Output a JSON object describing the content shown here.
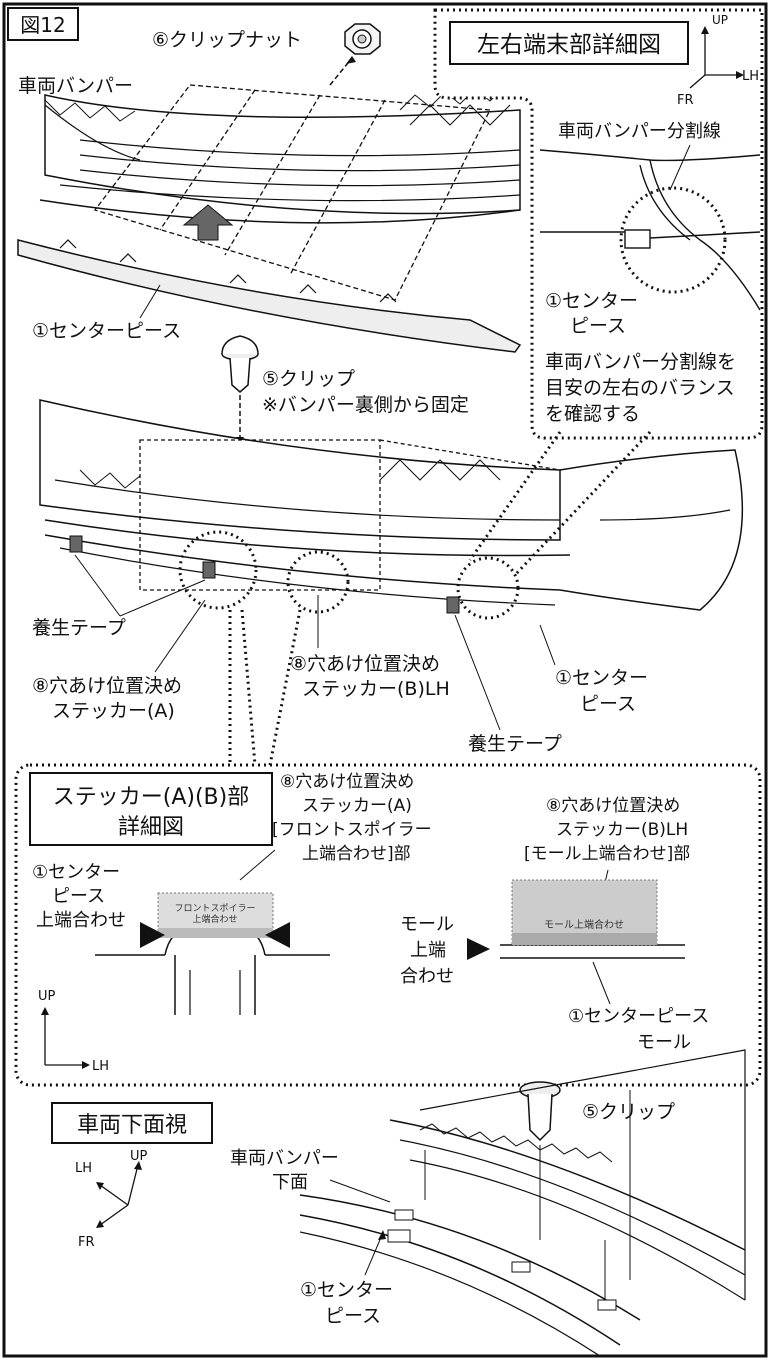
{
  "figure_label": "図12",
  "sections": {
    "lr_detail_title": "左右端末部詳細図",
    "sticker_detail_title_1": "ステッカー(A)(B)部",
    "sticker_detail_title_2": "詳細図",
    "underside_title": "車両下面視"
  },
  "directions": {
    "up": "UP",
    "lh": "LH",
    "fr": "FR"
  },
  "labels": {
    "clip_nut": "⑥クリップナット",
    "vehicle_bumper": "車両バンパー",
    "bumper_split_line": "車両バンパー分割線",
    "center_piece_top": "①センターピース",
    "lr_center_piece_1": "①センター",
    "lr_center_piece_2": "ピース",
    "lr_note_1": "車両バンパー分割線を",
    "lr_note_2": "目安の左右のバランス",
    "lr_note_3": "を確認する",
    "clip": "⑤クリップ",
    "clip_note": "※バンパー裏側から固定",
    "protect_tape": "養生テープ",
    "sticker_a_1": "⑧穴あけ位置決め",
    "sticker_a_2": "ステッカー(A)",
    "sticker_b_1": "⑧穴あけ位置決め",
    "sticker_b_2": "ステッカー(B)LH",
    "center_piece_right_1": "①センター",
    "center_piece_right_2": "ピース",
    "protect_tape_2": "養生テープ",
    "det_a_1": "⑧穴あけ位置決め",
    "det_a_2": "ステッカー(A)",
    "det_a_3": "[フロントスポイラー",
    "det_a_4": "上端合わせ]部",
    "det_b_1": "⑧穴あけ位置決め",
    "det_b_2": "ステッカー(B)LH",
    "det_b_3": "[モール上端合わせ]部",
    "align_cp_1": "①センター",
    "align_cp_2": "ピース",
    "align_cp_3": "上端合わせ",
    "sticker_a_print_1": "フロントスポイラー",
    "sticker_a_print_2": "上端合わせ",
    "sticker_b_print": "モール上端合わせ",
    "mall_1": "モール",
    "mall_2": "上端",
    "mall_3": "合わせ",
    "cp_mall_1": "①センターピース",
    "cp_mall_2": "モール",
    "under_bumper_1": "車両バンパー",
    "under_bumper_2": "下面",
    "under_clip": "⑤クリップ",
    "under_cp_1": "①センター",
    "under_cp_2": "ピース"
  }
}
